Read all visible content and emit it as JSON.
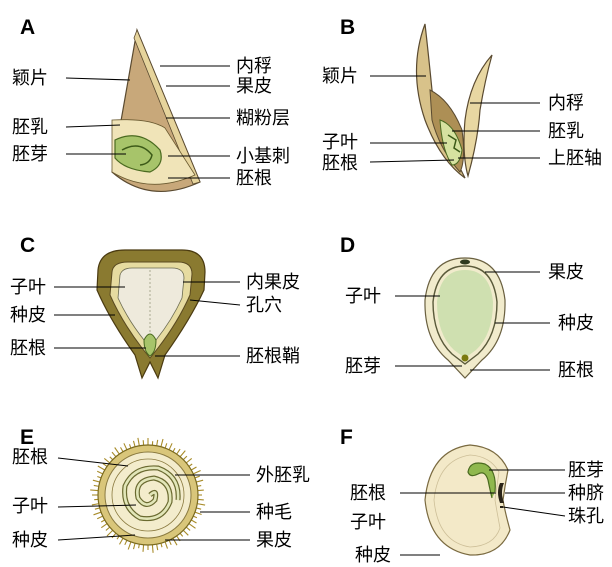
{
  "panels": {
    "A": {
      "letter": "A",
      "labels": {
        "glume": "颖片",
        "endosperm": "胚乳",
        "plumule": "胚芽",
        "palea": "内稃",
        "pericarp": "果皮",
        "aleurone": "糊粉层",
        "spine": "小基刺",
        "radicle": "胚根"
      }
    },
    "B": {
      "letter": "B",
      "labels": {
        "glume": "颖片",
        "cotyledon": "子叶",
        "radicle": "胚根",
        "palea": "内稃",
        "endosperm": "胚乳",
        "epicotyl": "上胚轴"
      }
    },
    "C": {
      "letter": "C",
      "labels": {
        "cotyledon": "子叶",
        "testa": "种皮",
        "radicle": "胚根",
        "endocarp": "内果皮",
        "pore": "孔穴",
        "coleorhiza": "胚根鞘"
      }
    },
    "D": {
      "letter": "D",
      "labels": {
        "cotyledon": "子叶",
        "plumule": "胚芽",
        "pericarp": "果皮",
        "testa": "种皮",
        "radicle": "胚根"
      }
    },
    "E": {
      "letter": "E",
      "labels": {
        "radicle": "胚根",
        "cotyledon": "子叶",
        "testa": "种皮",
        "perisperm": "外胚乳",
        "hairs": "种毛",
        "pericarp": "果皮"
      }
    },
    "F": {
      "letter": "F",
      "labels": {
        "radicle": "胚根",
        "cotyledon": "子叶",
        "testa": "种皮",
        "plumule": "胚芽",
        "hilum": "种脐",
        "micropyle": "珠孔"
      }
    }
  },
  "colors": {
    "tan_dark": "#8a7a3a",
    "tan": "#c9b07a",
    "tan_light": "#e0cf9e",
    "olive": "#7a6a1e",
    "cream": "#f2ecd0",
    "green": "#7fae3c",
    "green_light": "#c9dcb0",
    "green_pale": "#dfe8c4"
  }
}
